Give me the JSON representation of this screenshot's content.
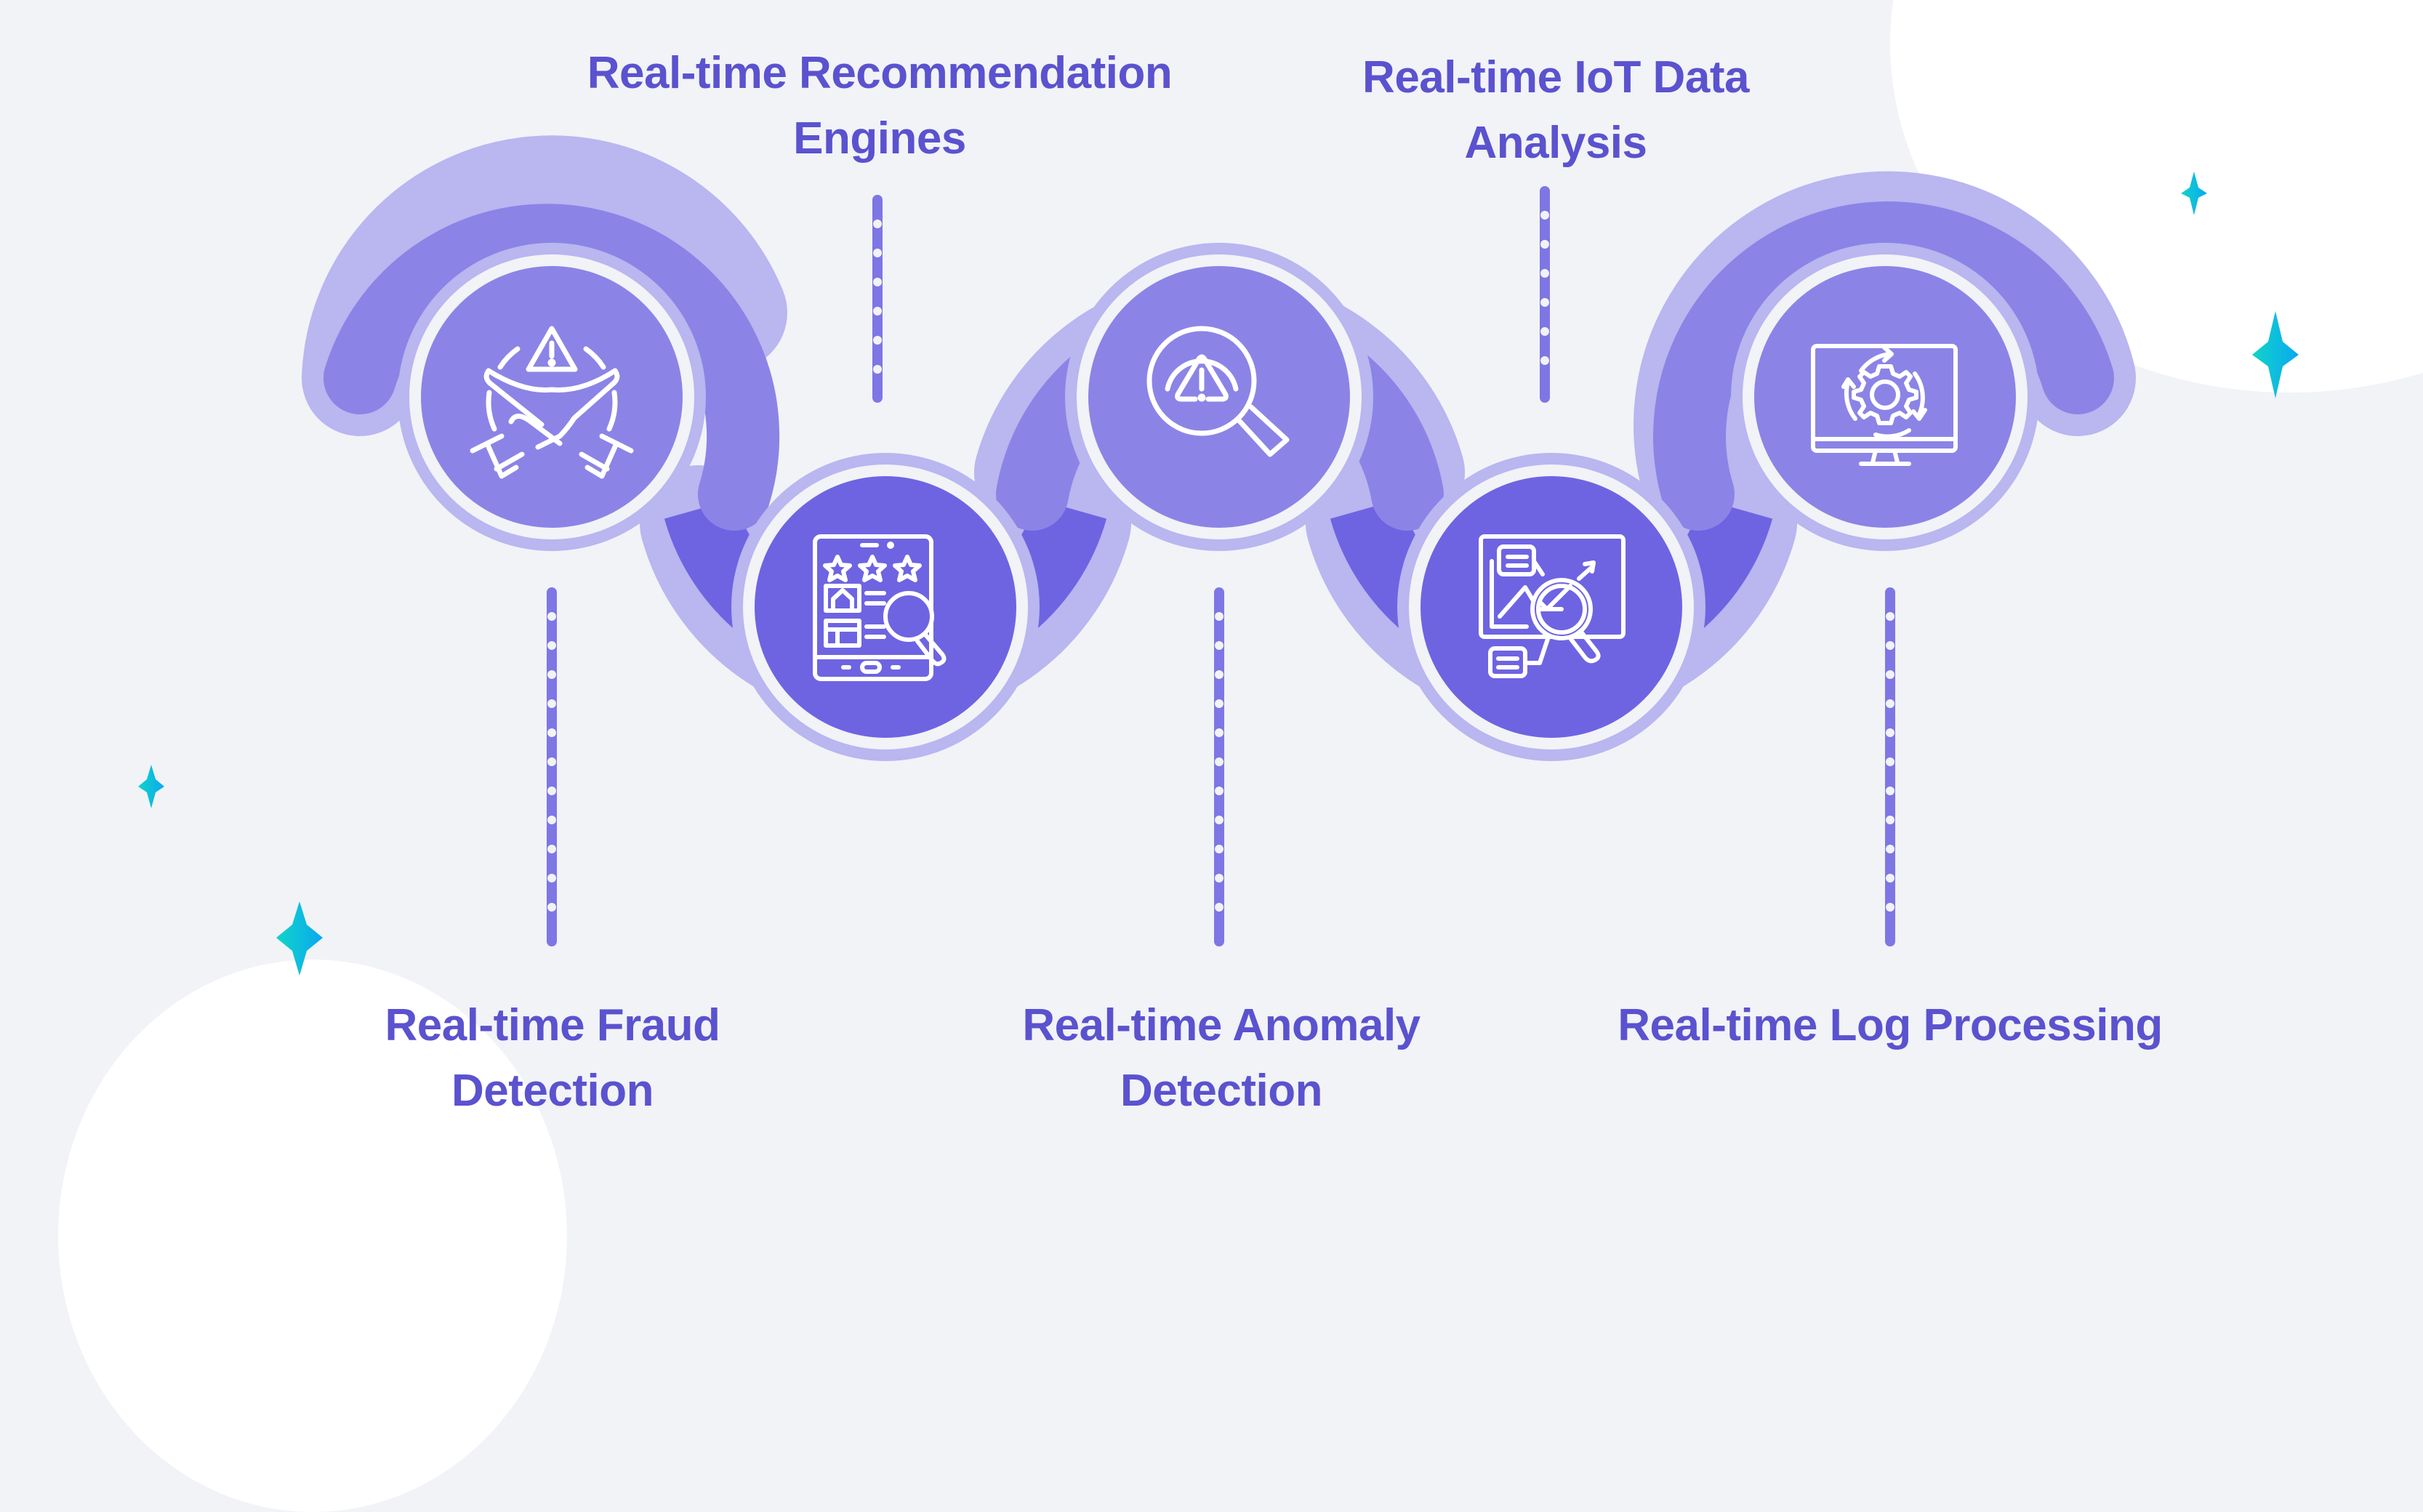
{
  "colors": {
    "background": "#F1F3F7",
    "blob": "#FFFFFF",
    "text": "#5B52CF",
    "top_band": "#8B84E6",
    "bottom_band": "#6E64E2",
    "outline": "#B9B6F0",
    "sparkle_start": "#11D4C8",
    "sparkle_end": "#0AA8F0",
    "icon_stroke": "#FFFFFF"
  },
  "steps": [
    {
      "id": 1,
      "position": "bottom-label",
      "line1": "Real-time Fraud",
      "line2": "Detection",
      "icon": "fraud-warning-hands-icon"
    },
    {
      "id": 2,
      "position": "top-label",
      "line1": "Real-time Recommendation",
      "line2": "Engines",
      "icon": "tablet-rating-search-icon"
    },
    {
      "id": 3,
      "position": "bottom-label",
      "line1": "Real-time Anomaly",
      "line2": "Detection",
      "icon": "magnifier-alert-icon"
    },
    {
      "id": 4,
      "position": "top-label",
      "line1": "Real-time IoT Data",
      "line2": "Analysis",
      "icon": "chart-analysis-magnifier-icon"
    },
    {
      "id": 5,
      "position": "bottom-label",
      "line1": "Real-time Log Processing",
      "line2": "",
      "icon": "monitor-gear-sync-icon"
    }
  ]
}
